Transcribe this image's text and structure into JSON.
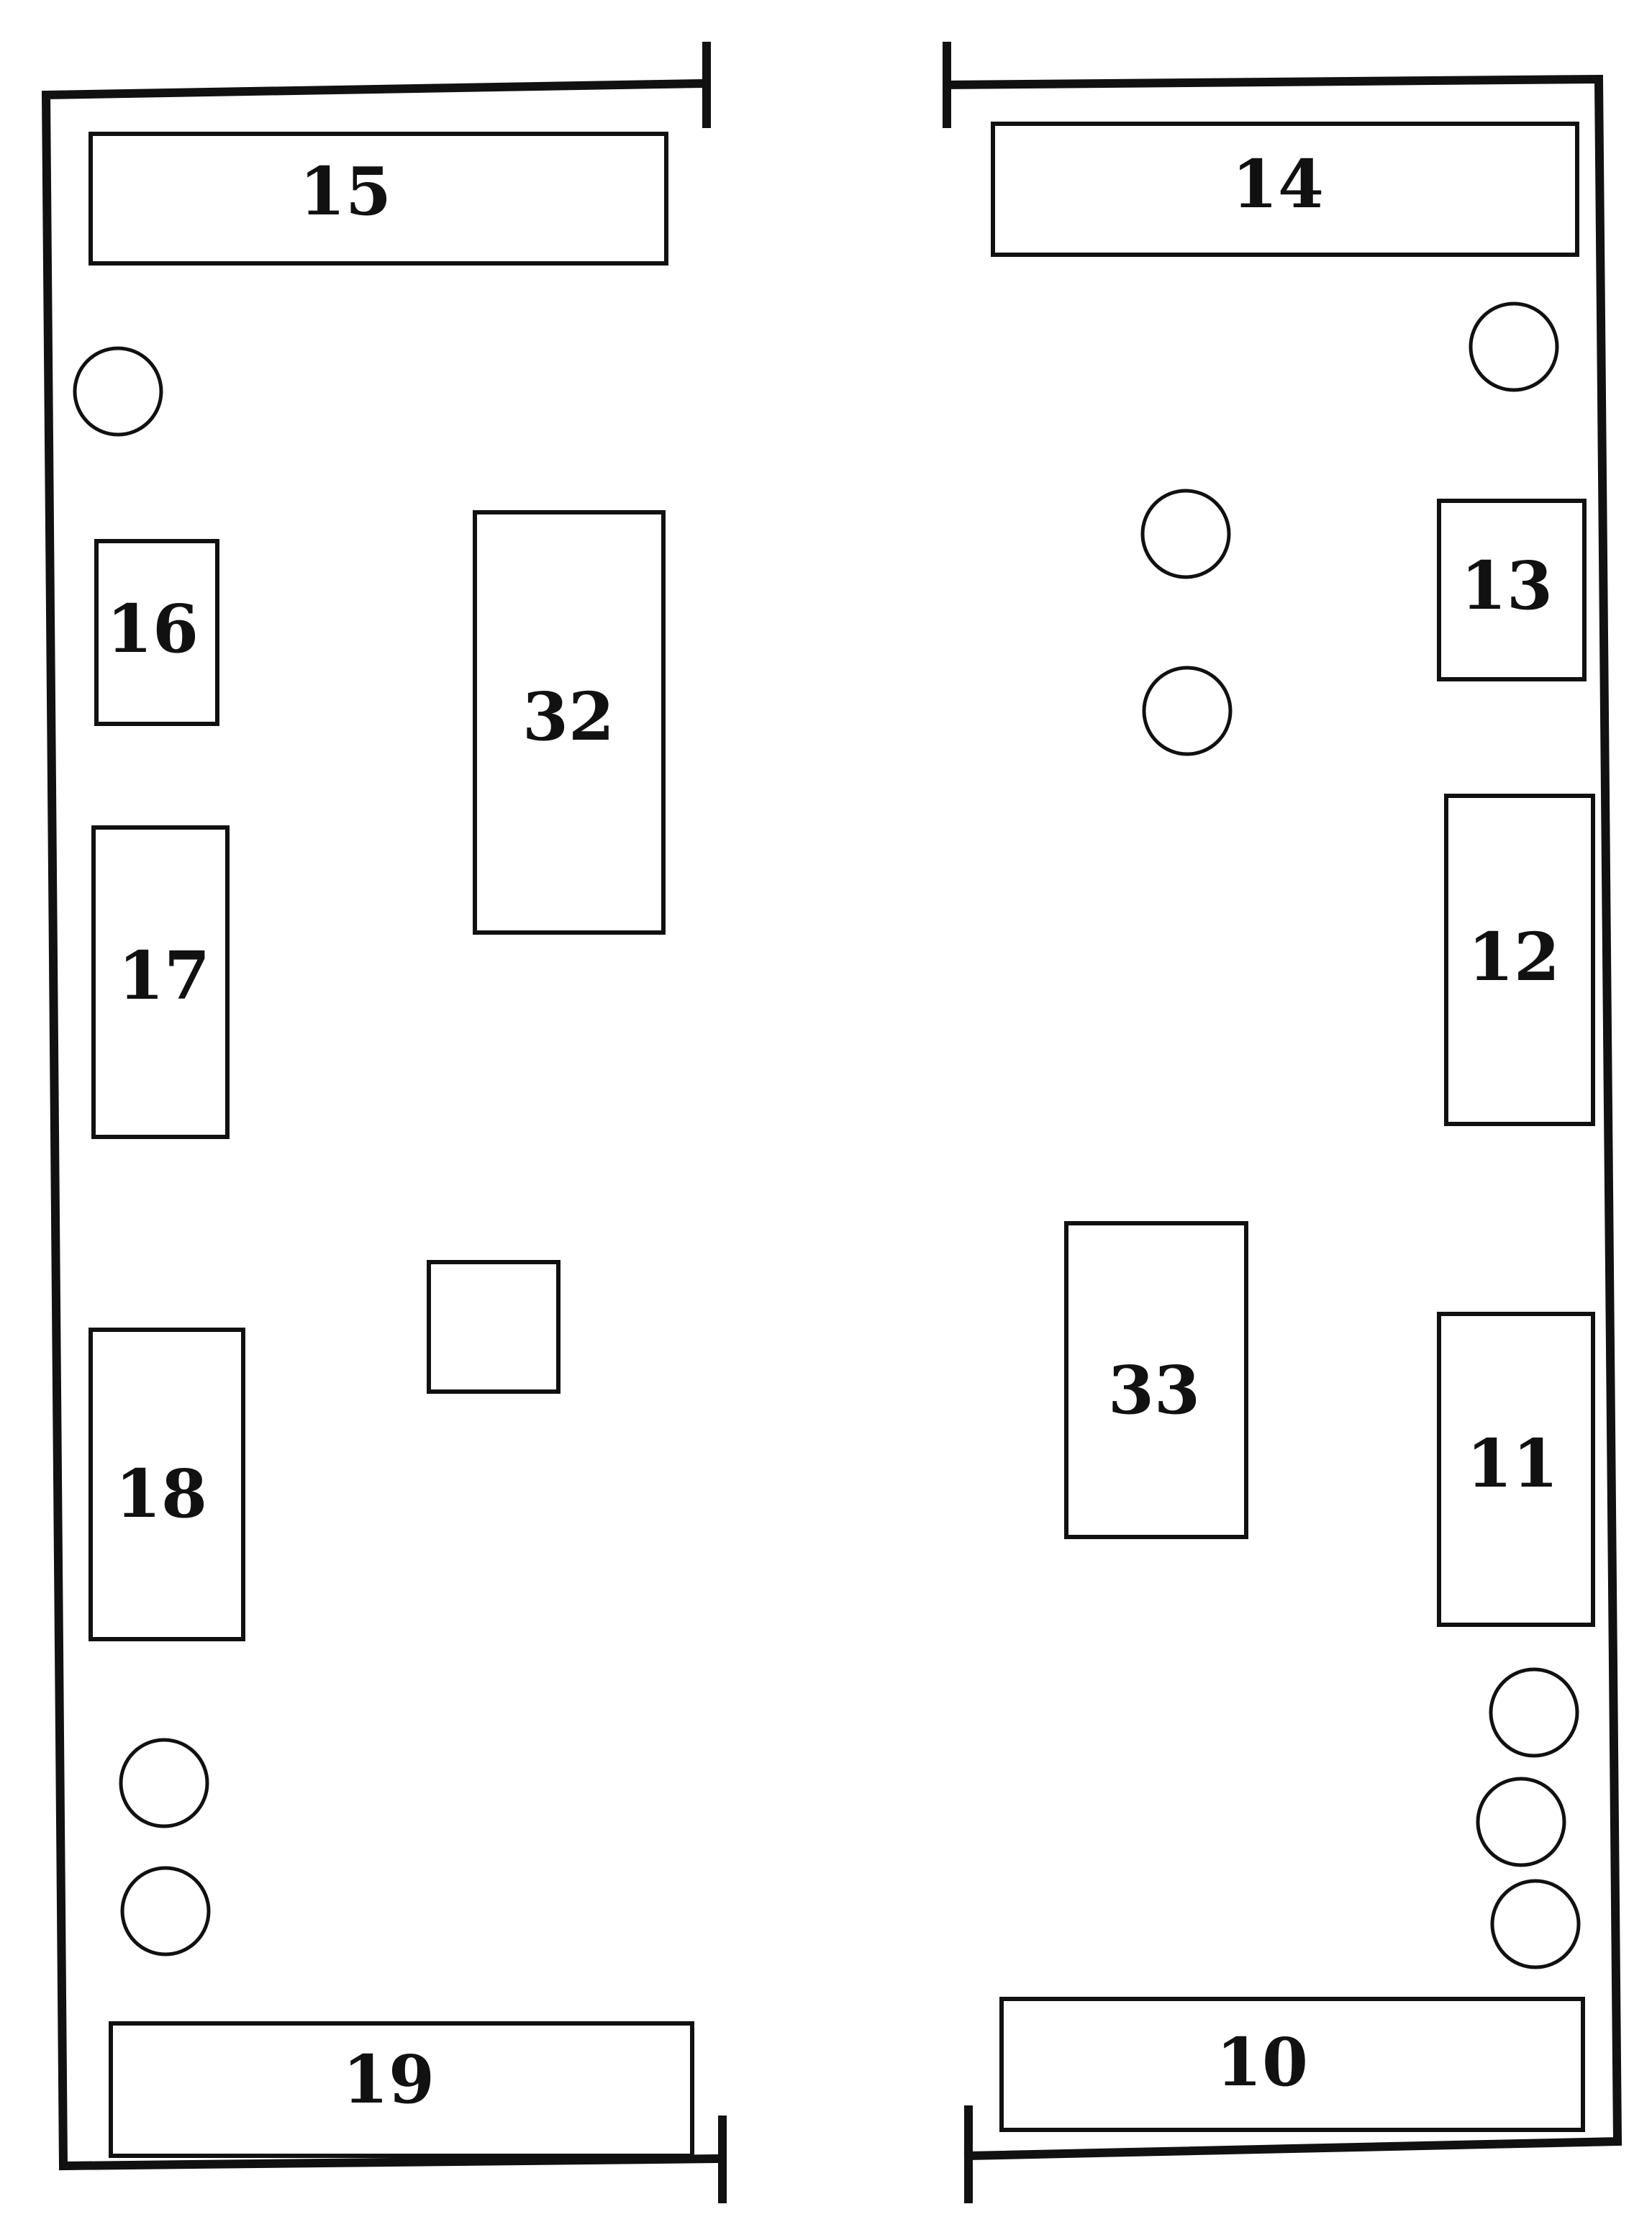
{
  "floorplan": {
    "units": [
      {
        "id": "15",
        "label": "15"
      },
      {
        "id": "14",
        "label": "14"
      },
      {
        "id": "16",
        "label": "16"
      },
      {
        "id": "32",
        "label": "32"
      },
      {
        "id": "13",
        "label": "13"
      },
      {
        "id": "17",
        "label": "17"
      },
      {
        "id": "12",
        "label": "12"
      },
      {
        "id": "blank",
        "label": ""
      },
      {
        "id": "33",
        "label": "33"
      },
      {
        "id": "18",
        "label": "18"
      },
      {
        "id": "11",
        "label": "11"
      },
      {
        "id": "19",
        "label": "19"
      },
      {
        "id": "10",
        "label": "10"
      }
    ],
    "colors": {
      "stroke": "#111111",
      "background": "#ffffff"
    }
  }
}
